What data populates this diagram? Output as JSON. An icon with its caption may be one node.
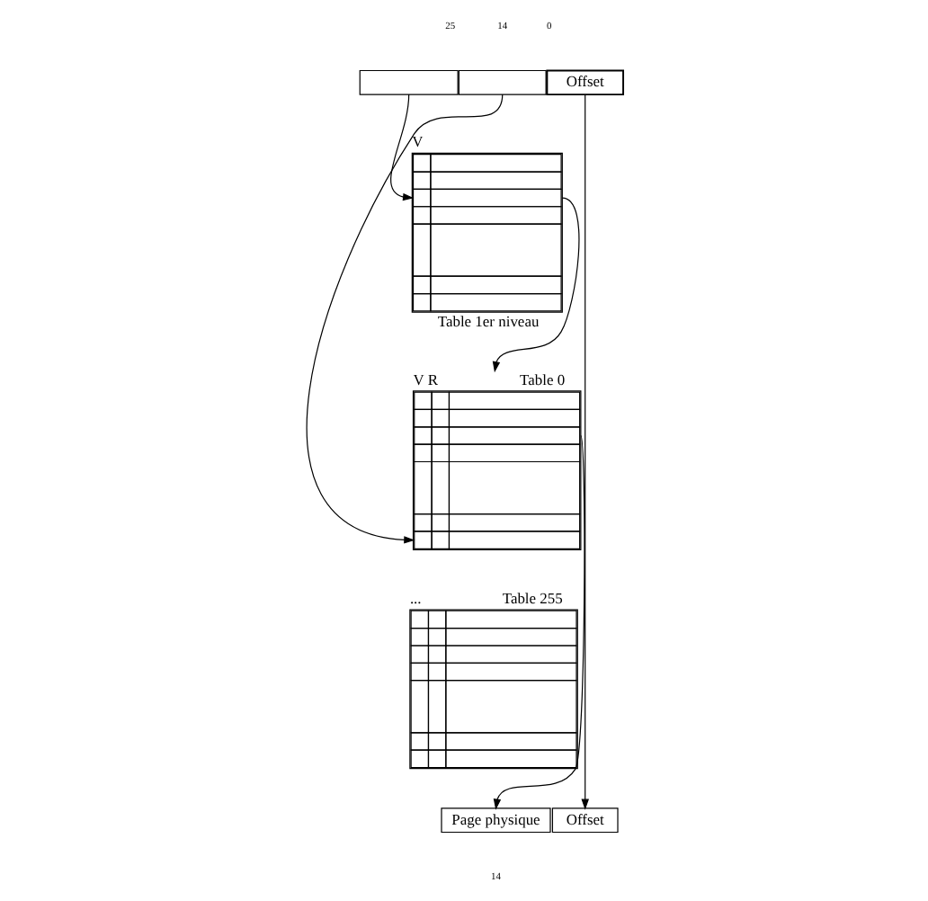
{
  "diagram": {
    "nodes": [
      {
        "text": [],
        "shape": "box"
      },
      {
        "text": [],
        "shape": "box"
      },
      {
        "text": [
          "Offset"
        ]
      },
      {
        "text": [
          "V",
          "Table 1er niveau"
        ]
      },
      {
        "text": [
          "V R",
          "Table 0"
        ]
      },
      {
        "text": [
          "Table 255"
        ],
        "beside": [
          "..."
        ]
      },
      {
        "text": [
          "Page physique"
        ]
      },
      {
        "text": [
          "Offset"
        ]
      }
    ],
    "edges": [
      {
        "from": 0,
        "to": 3,
        "arrow": "to"
      },
      {
        "from": 3,
        "to": 4,
        "arrow": "to"
      },
      {
        "from": 1,
        "to": 4,
        "arrow": "to"
      },
      {
        "from": 4,
        "to": 6,
        "arrow": "to"
      },
      {
        "from": 2,
        "to": 7,
        "arrow": "to"
      }
    ],
    "labels": [
      "25",
      "14",
      "0",
      "14"
    ]
  }
}
